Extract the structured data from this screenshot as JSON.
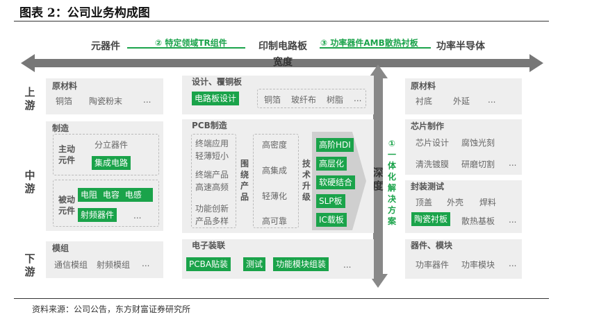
{
  "title": "图表 2：公司业务构成图",
  "top": {
    "yuanqijian": "元器件",
    "label2": "② 特定领域TR组件",
    "yinzhi": "印制电路板",
    "label3": "③ 功率器件AMB散热衬板",
    "gonglv": "功率半导体",
    "kuandu": "宽度"
  },
  "side": {
    "shangyou": "上游",
    "zhongyou": "中游",
    "xiayou": "下游"
  },
  "left": {
    "yuancailiao": "原材料",
    "mat_items": [
      "铜箔",
      "陶瓷粉末",
      "..."
    ],
    "zhizao": "制造",
    "zhudong_label": "主动元件",
    "fenli": "分立器件",
    "jicheng": "集成电路",
    "beidong_label": "被动元件",
    "dianzu": "电阻",
    "dianrong": "电容",
    "diangan": "电感",
    "shepin": "射频器件",
    "dots": "...",
    "mozu": "模组",
    "tongxin": "通信模组",
    "shepinmozu": "射频模组"
  },
  "mid": {
    "sheji": "设计、覆铜板",
    "dianlubanshejie": "电路板设计",
    "ccl_items": [
      "铜箔",
      "玻纤布",
      "树脂",
      "..."
    ],
    "pcbzhizao": "PCB制造",
    "apps": [
      [
        "终端应用",
        "轻薄短小"
      ],
      [
        "终端产品",
        "高速高频"
      ],
      [
        "功能创新",
        "产品多样"
      ]
    ],
    "raochanpin": "围绕产品",
    "gao": [
      "高密度",
      "高集成",
      "轻薄化",
      "高可靠"
    ],
    "jishushengji": "技术升级",
    "tech": [
      "高阶HDI",
      "高层化",
      "软硬结合",
      "SLP板",
      "IC载板"
    ],
    "dianzizhuanglian": "电子装联",
    "pcba": "PCBA贴装",
    "ceshi": "测试",
    "mokuai": "功能模块组装"
  },
  "depth": {
    "label": "深度",
    "sol": "①一体化解决方案"
  },
  "right": {
    "yuancailiao": "原材料",
    "mat_items": [
      "衬底",
      "外延",
      "..."
    ],
    "xinpian": "芯片制作",
    "xinpian_r1": [
      "芯片设计",
      "腐蚀光刻"
    ],
    "xinpian_r2": [
      "清洗镀膜",
      "研磨切割"
    ],
    "fengzhuang": "封装测试",
    "fz_r1": [
      "顶盖",
      "外壳",
      "焊料"
    ],
    "taoci": "陶瓷衬板",
    "sanre": "散热基板",
    "qijian": "器件、模块",
    "gonglvqijian": "功率器件",
    "gonglvmokuai": "功率模块"
  },
  "source": "资料来源：公司公告，东方财富证券研究所",
  "colors": {
    "accent": "#1aa34a",
    "arrow": "#777777",
    "panel": "#eeeeee"
  }
}
